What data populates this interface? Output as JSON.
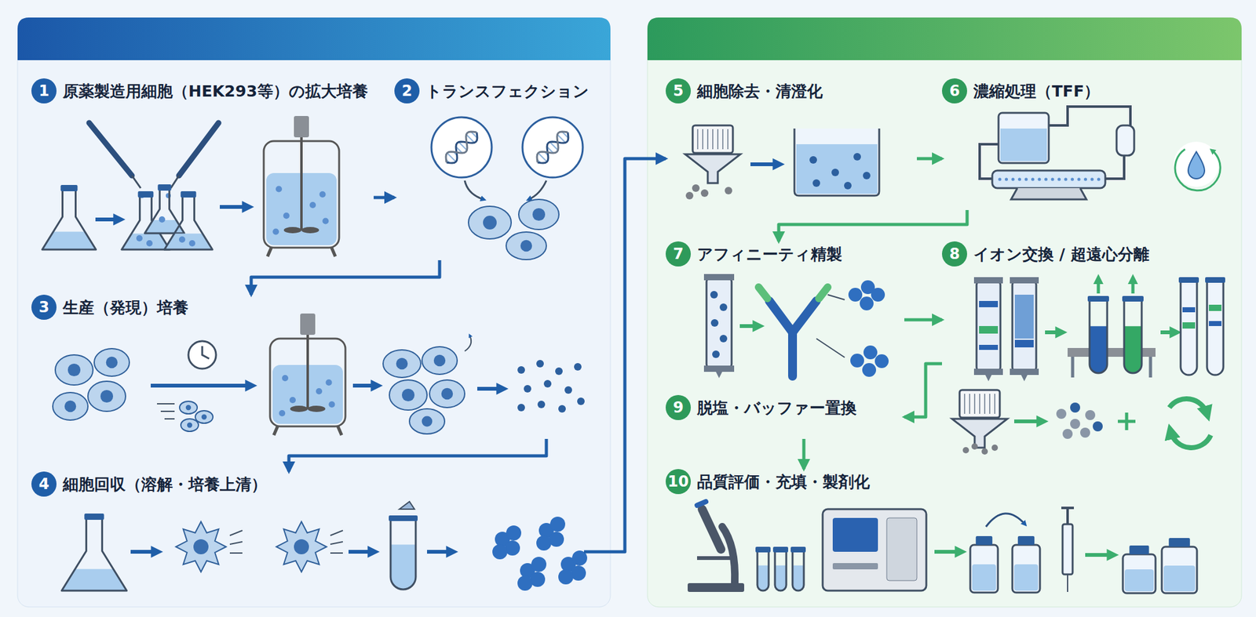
{
  "diagram": {
    "nodes": [
      {
        "text": [
          "1",
          "原薬製造用細胞（HEK293等）の拡大培養"
        ]
      },
      {
        "text": [
          "2",
          "トランスフェクション"
        ]
      },
      {
        "text": [
          "3",
          "生産（発現）培養"
        ]
      },
      {
        "text": [
          "4",
          "細胞回収（溶解・培養上清）"
        ]
      },
      {
        "text": [
          "5",
          "細胞除去・清澄化"
        ]
      },
      {
        "text": [
          "6",
          "濃縮処理（TFF）"
        ]
      },
      {
        "text": [
          "7",
          "アフィニーティ精製"
        ]
      },
      {
        "text": [
          "8",
          "イオン交換 / 超遠心分離"
        ]
      },
      {
        "text": [
          "9",
          "脱塩・バッファー置換"
        ]
      },
      {
        "text": [
          "10",
          "品質評価・充填・製剤化"
        ]
      }
    ],
    "edges": [
      {
        "from": 0,
        "to": 1,
        "arrow": "to"
      },
      {
        "from": 1,
        "to": 2,
        "arrow": "to"
      },
      {
        "from": 2,
        "to": 3,
        "arrow": "to"
      },
      {
        "from": 3,
        "to": 4,
        "arrow": "to"
      },
      {
        "from": 4,
        "to": 5,
        "arrow": "to"
      },
      {
        "from": 5,
        "to": 6,
        "arrow": "to"
      },
      {
        "from": 6,
        "to": 7,
        "arrow": "to"
      },
      {
        "from": 7,
        "to": 8,
        "arrow": "to"
      },
      {
        "from": 8,
        "to": 9,
        "arrow": "to"
      }
    ]
  }
}
